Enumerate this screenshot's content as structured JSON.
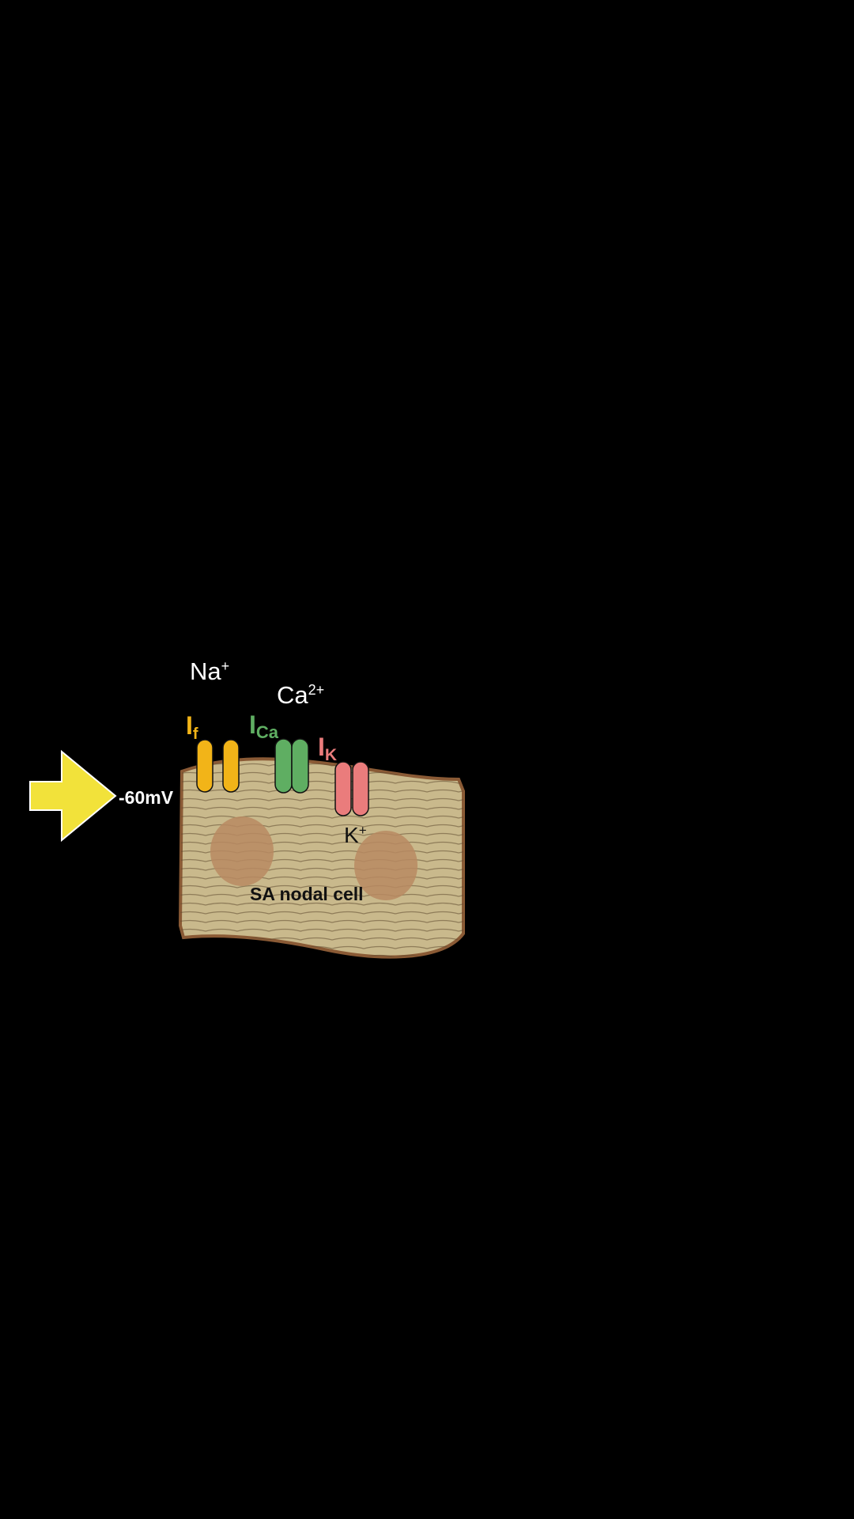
{
  "colors": {
    "background": "#000000",
    "arrow": "#f2e23a",
    "cell_fill": "#c9b98c",
    "cell_border": "#8a5a35",
    "cell_striation": "#5e4a30",
    "nucleus": "#b98a62",
    "channel_f": "#f2b418",
    "channel_ca": "#5fae62",
    "channel_k": "#ea7c7c",
    "ion_label": "#ffffff",
    "k_label": "#111111"
  },
  "diagram": {
    "voltage_label": "-60mV",
    "cell_label": "SA nodal cell",
    "ions": {
      "na": {
        "base": "Na",
        "charge": "+"
      },
      "ca": {
        "base": "Ca",
        "charge": "2+"
      },
      "k": {
        "base": "K",
        "charge": "+"
      }
    },
    "currents": {
      "f": {
        "main": "I",
        "sub": "f"
      },
      "ca": {
        "main": "I",
        "sub": "Ca"
      },
      "k": {
        "main": "I",
        "sub": "K"
      }
    }
  }
}
